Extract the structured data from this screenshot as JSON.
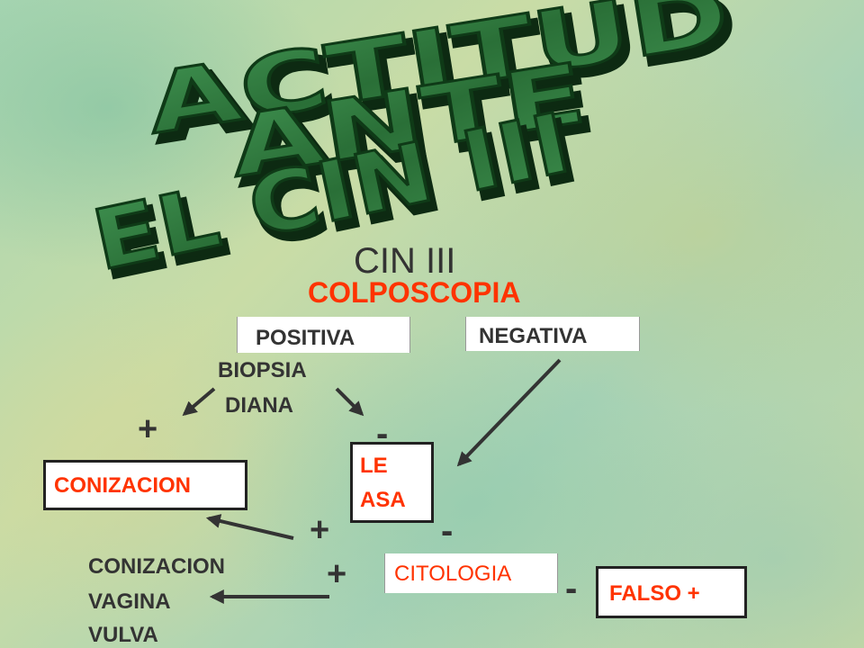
{
  "title_lines": [
    "ACTITUD",
    "ANTE",
    "EL CIN III"
  ],
  "heading": "CIN III",
  "subheading": "COLPOSCOPIA",
  "positiva": "POSITIVA",
  "negativa": "NEGATIVA",
  "biopsia_line1": "BIOPSIA",
  "biopsia_line2": "DIANA",
  "plus_biopsia": "+",
  "minus_biopsia": "-",
  "conizacion": "CONIZACION",
  "leasa_line1": "LE",
  "leasa_line2": "ASA",
  "plus_leasa": "+",
  "minus_leasa": "-",
  "citologia": "CITOLOGIA",
  "plus_citologia": "+",
  "minus_citologia": "-",
  "falso_positivo": "FALSO +",
  "conizacion_vagina_line1": "CONIZACION",
  "conizacion_vagina_line2": "VAGINA",
  "conizacion_vagina_line3": "VULVA",
  "colors": {
    "red_text": "#ff3300",
    "title_green": "#2e7a3a",
    "arrow": "#333333",
    "box_fill": "#ffffff"
  }
}
